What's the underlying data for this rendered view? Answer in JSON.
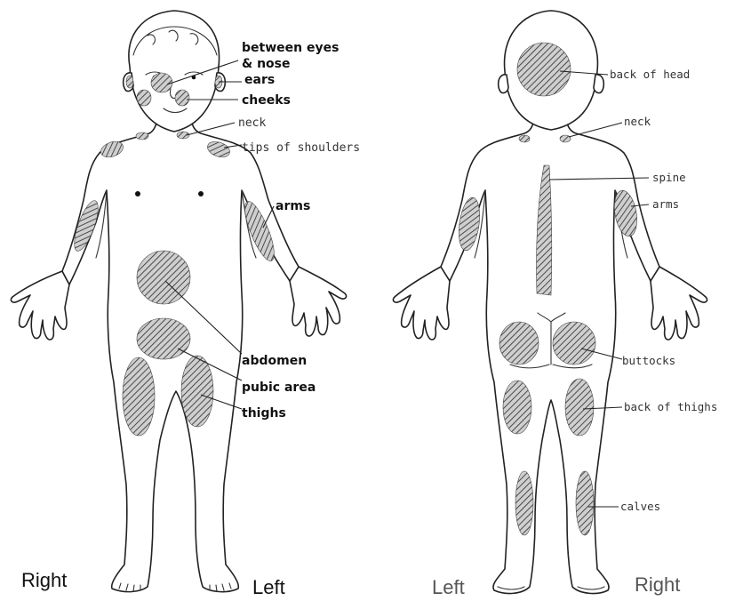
{
  "colors": {
    "outline": "#222222",
    "hatch": "#555555",
    "label_front": "#111111",
    "label_back": "#333333"
  },
  "front": {
    "labels": {
      "between_eyes_nose_line1": "between eyes",
      "between_eyes_nose_line2": "& nose",
      "ears": "ears",
      "cheeks": "cheeks",
      "neck": "neck",
      "tips_of_shoulders": "tips of shoulders",
      "arms": "arms",
      "abdomen": "abdomen",
      "pubic_area": "pubic area",
      "thighs": "thighs"
    },
    "side_right": "Right",
    "side_left": "Left"
  },
  "back": {
    "labels": {
      "back_of_head": "back of head",
      "neck": "neck",
      "spine": "spine",
      "arms": "arms",
      "buttocks": "buttocks",
      "back_of_thighs": "back of thighs",
      "calves": "calves"
    },
    "side_left": "Left",
    "side_right": "Right"
  }
}
